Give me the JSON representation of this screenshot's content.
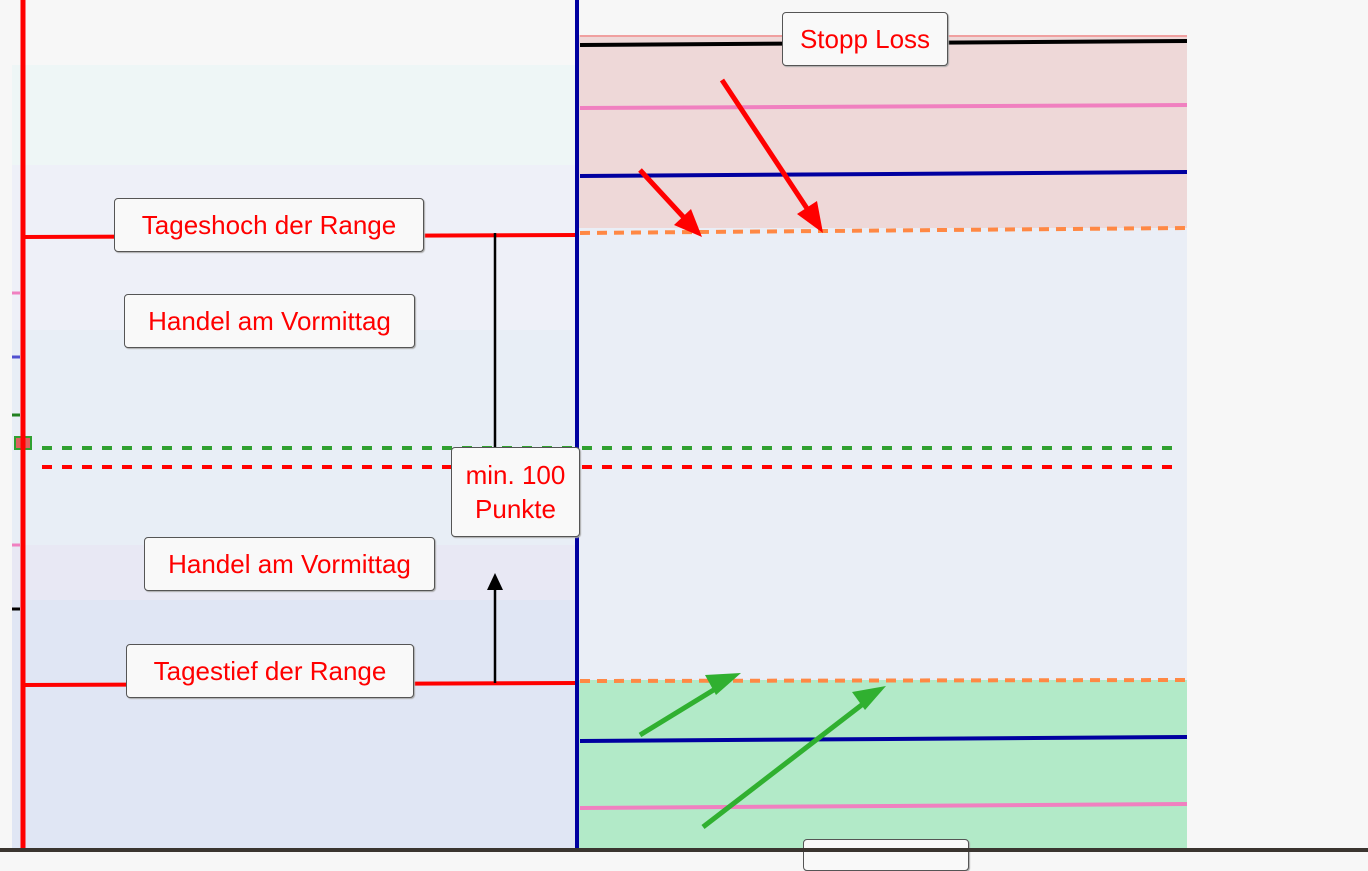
{
  "labels": {
    "stop_loss": "Stopp Loss",
    "day_high": "Tageshoch der Range",
    "morning_trade_1": "Handel am Vormittag",
    "min_points_line1": "min. 100",
    "min_points_line2": "Punkte",
    "morning_trade_2": "Handel am Vormittag",
    "day_low": "Tagestief der Range"
  },
  "colors": {
    "range_line": "#ff0000",
    "session_divider": "#0000a0",
    "stop_zone": "#eed8d8",
    "target_zone": "#b2eac8",
    "entry_dashed": "#ff8844"
  }
}
